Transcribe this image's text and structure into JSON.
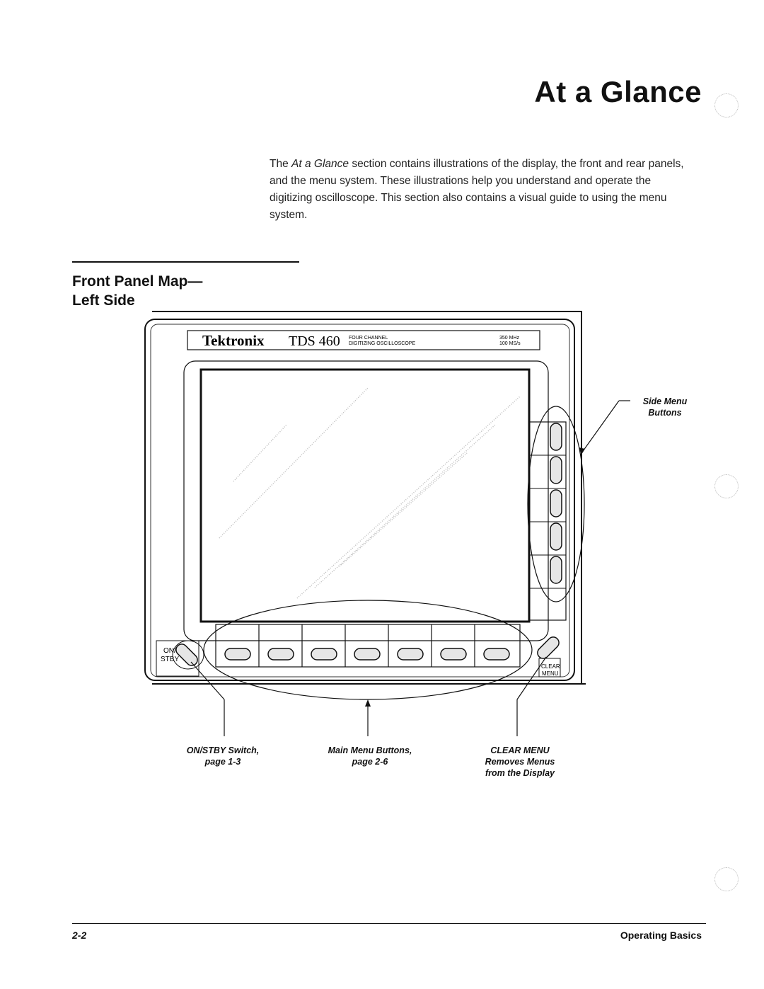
{
  "header": {
    "title": "At a Glance"
  },
  "intro": {
    "lead": "The ",
    "emph": "At a Glance",
    "rest": " section contains illustrations of the display, the front and rear panels, and the menu system. These illustrations help you understand and operate the digitizing oscilloscope. This section also contains a visual guide to using the menu system."
  },
  "section": {
    "title_line1": "Front Panel Map—",
    "title_line2": "Left Side"
  },
  "panel": {
    "brand": "Tektronix",
    "model": "TDS 460",
    "desc_line1": "FOUR CHANNEL",
    "desc_line2": "DIGITIZING OSCILLOSCOPE",
    "spec_line1": "350 MHz",
    "spec_line2": "100 MS/s",
    "onstby_line1": "ON/",
    "onstby_line2": "STBY",
    "clear_line1": "CLEAR",
    "clear_line2": "MENU"
  },
  "callouts": {
    "side_menu": {
      "line1": "Side Menu",
      "line2": "Buttons"
    },
    "onstby": {
      "line1": "ON/STBY Switch,",
      "line2": "page 1-3"
    },
    "main_menu": {
      "line1": "Main Menu Buttons,",
      "line2": "page 2-6"
    },
    "clear_menu": {
      "line1": "CLEAR MENU",
      "line2": "Removes Menus",
      "line3": "from the Display"
    }
  },
  "footer": {
    "page_number": "2-2",
    "section_title": "Operating Basics"
  }
}
